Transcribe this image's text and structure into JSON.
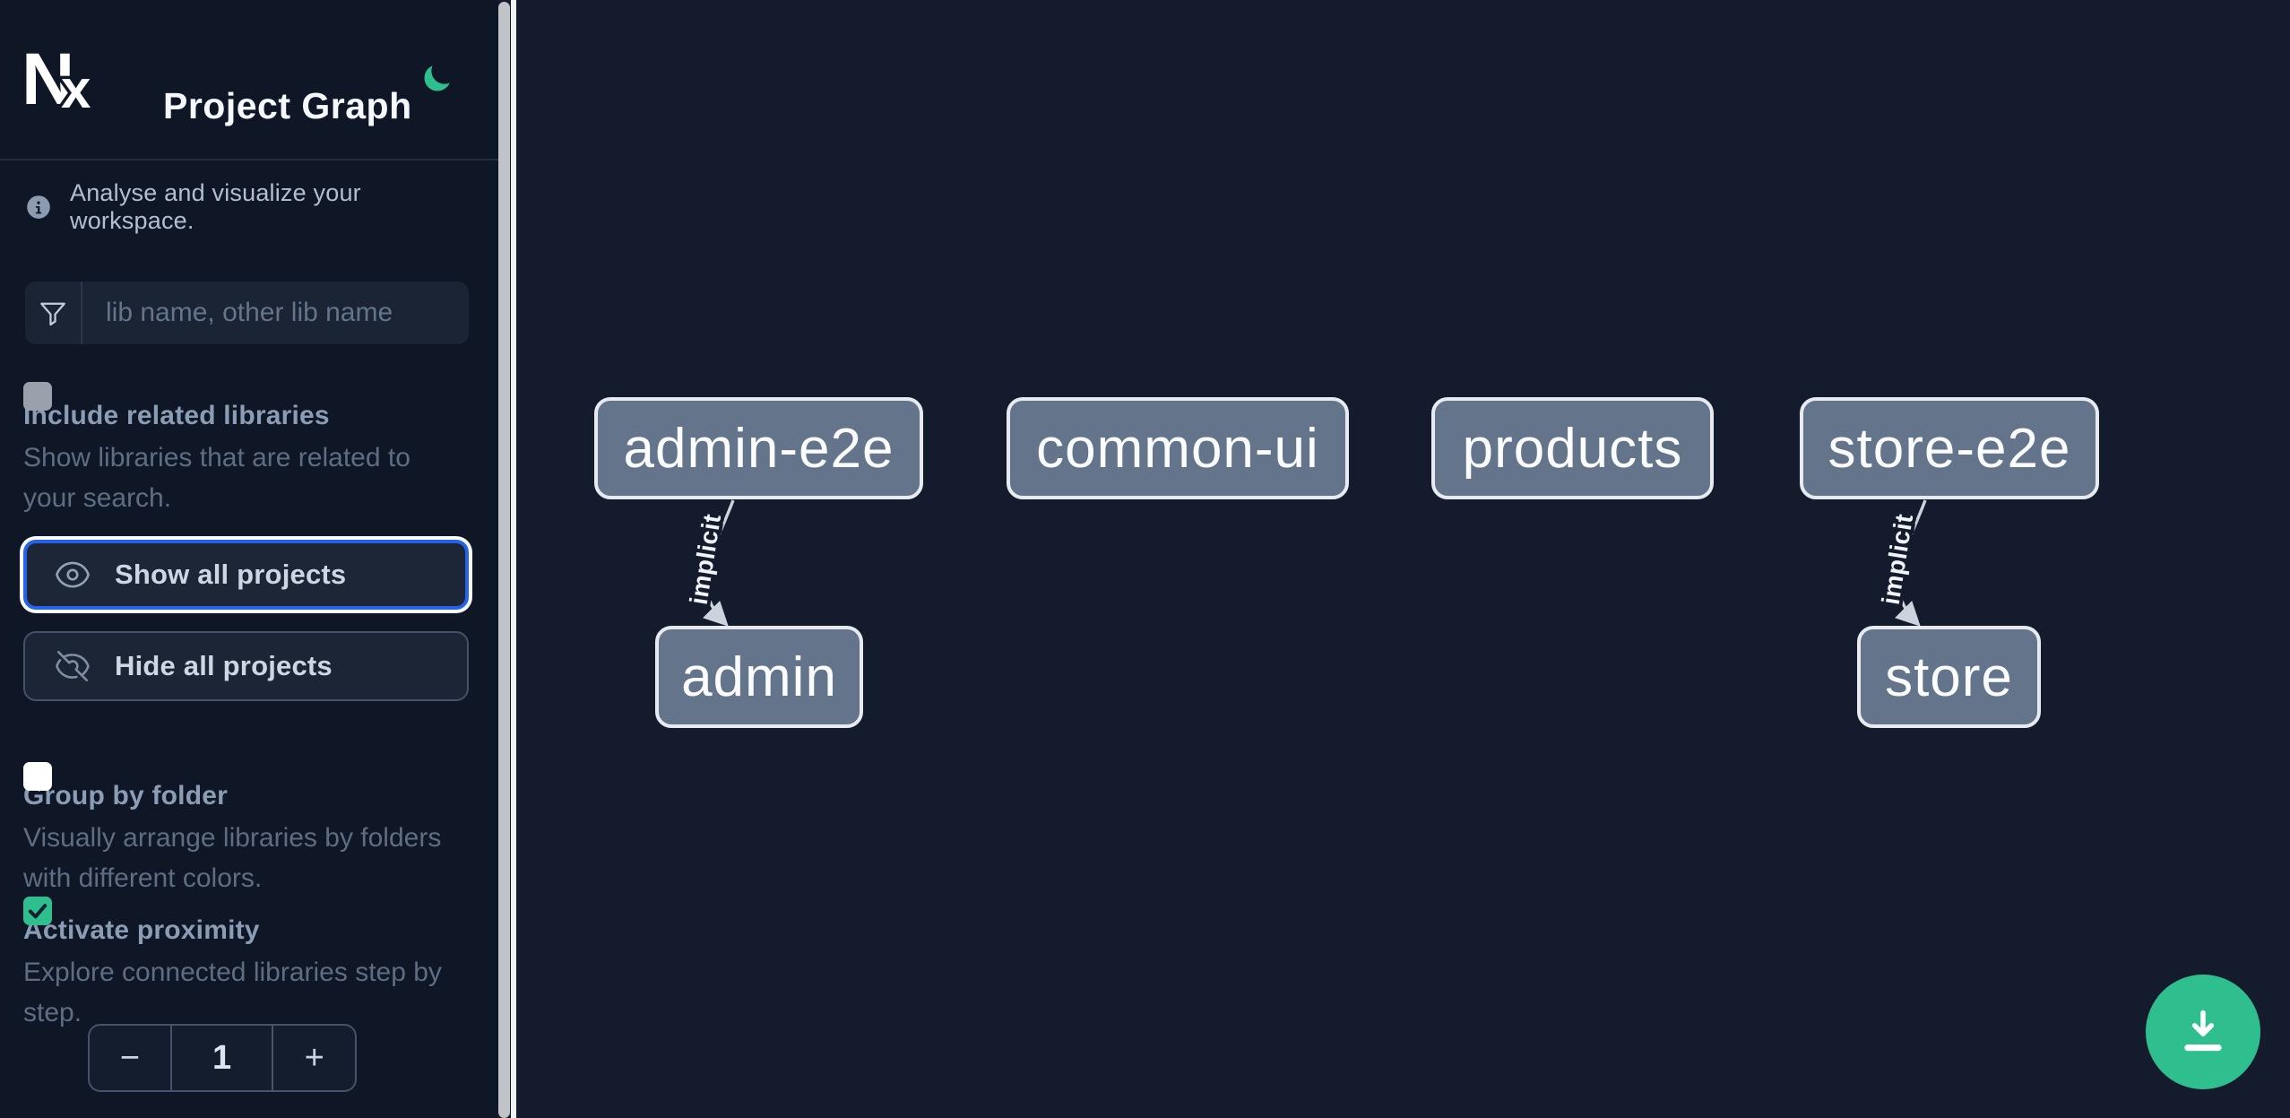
{
  "app": {
    "logo": "Nx",
    "title": "Project Graph",
    "tagline": "Analyse and visualize your workspace."
  },
  "search": {
    "placeholder": "lib name, other lib name",
    "value": ""
  },
  "options": [
    {
      "label": "Include related libraries",
      "description": "Show libraries that are related to your search.",
      "checked": false,
      "disabled": true
    },
    {
      "label": "Group by folder",
      "description": "Visually arrange libraries by folders with different colors.",
      "checked": false,
      "disabled": false
    },
    {
      "label": "Activate proximity",
      "description": "Explore connected libraries step by step.",
      "checked": true,
      "disabled": false
    }
  ],
  "actions": {
    "show_all": "Show all projects",
    "hide_all": "Hide all projects"
  },
  "stepper": {
    "decrement": "−",
    "value": "1",
    "increment": "+"
  },
  "graph": {
    "nodes": [
      {
        "id": "admin-e2e",
        "label": "admin-e2e"
      },
      {
        "id": "common-ui",
        "label": "common-ui"
      },
      {
        "id": "products",
        "label": "products"
      },
      {
        "id": "store-e2e",
        "label": "store-e2e"
      },
      {
        "id": "admin",
        "label": "admin"
      },
      {
        "id": "store",
        "label": "store"
      }
    ],
    "edges": [
      {
        "from": "admin-e2e",
        "to": "admin",
        "type": "implicit",
        "label": "implicit"
      },
      {
        "from": "store-e2e",
        "to": "store",
        "type": "implicit",
        "label": "implicit"
      }
    ]
  },
  "fab": {
    "icon": "download-icon"
  },
  "colors": {
    "accent_green": "#2fbf8f",
    "focus_blue": "#2563eb",
    "node_fill": "#64748b",
    "node_border": "#e7ebf1",
    "edge": "#ccd3dd",
    "sidebar_bg": "#0f1726",
    "canvas_bg": "#131b2c"
  }
}
